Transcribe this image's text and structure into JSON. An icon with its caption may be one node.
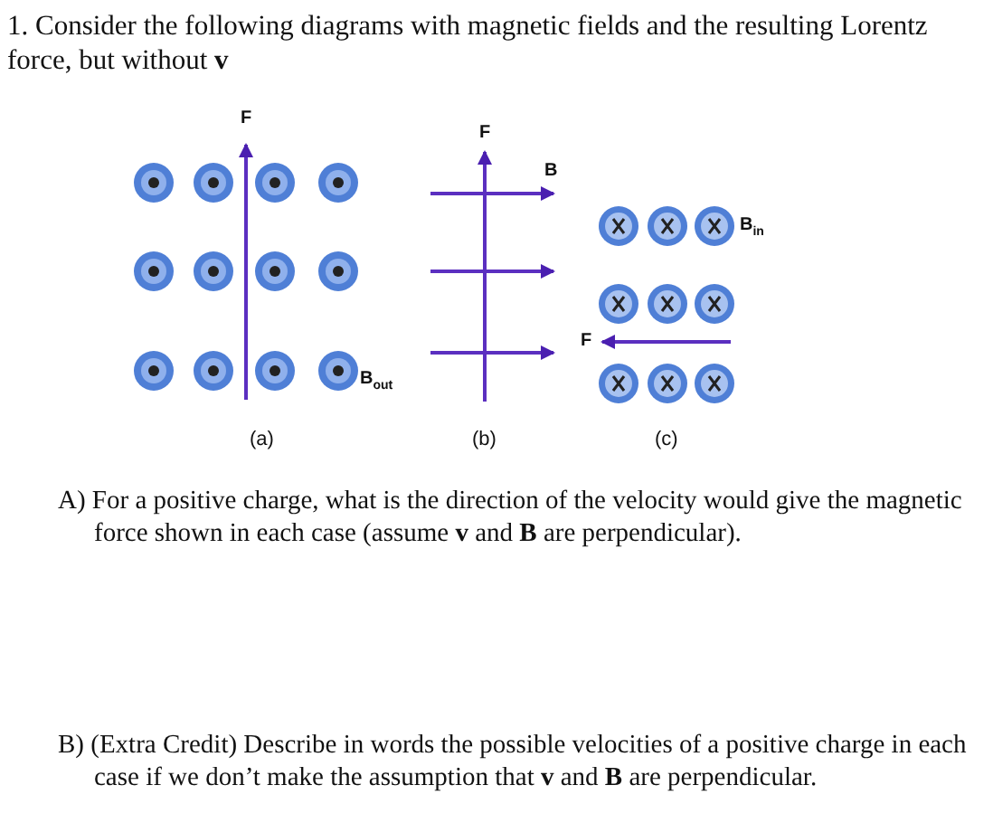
{
  "diagram": {
    "title": "1. Consider the following diagrams with magnetic fields and the resulting Lorentz force, but without **v**",
    "labels": [
      "F",
      "F",
      "B",
      "B$_{in}$",
      "F",
      "B$_{out}$",
      "(a)",
      "(b)",
      "(c)",
      "A) For a positive charge, what is the direction of the velocity would give the magnetic force shown in each case (assume **v** and **B** are perpendicular).",
      "B) (Extra Credit) Describe in words the possible velocities of a positive charge in each case if we don’t make the assumption that **v** and **B** are perpendicular."
    ]
  }
}
